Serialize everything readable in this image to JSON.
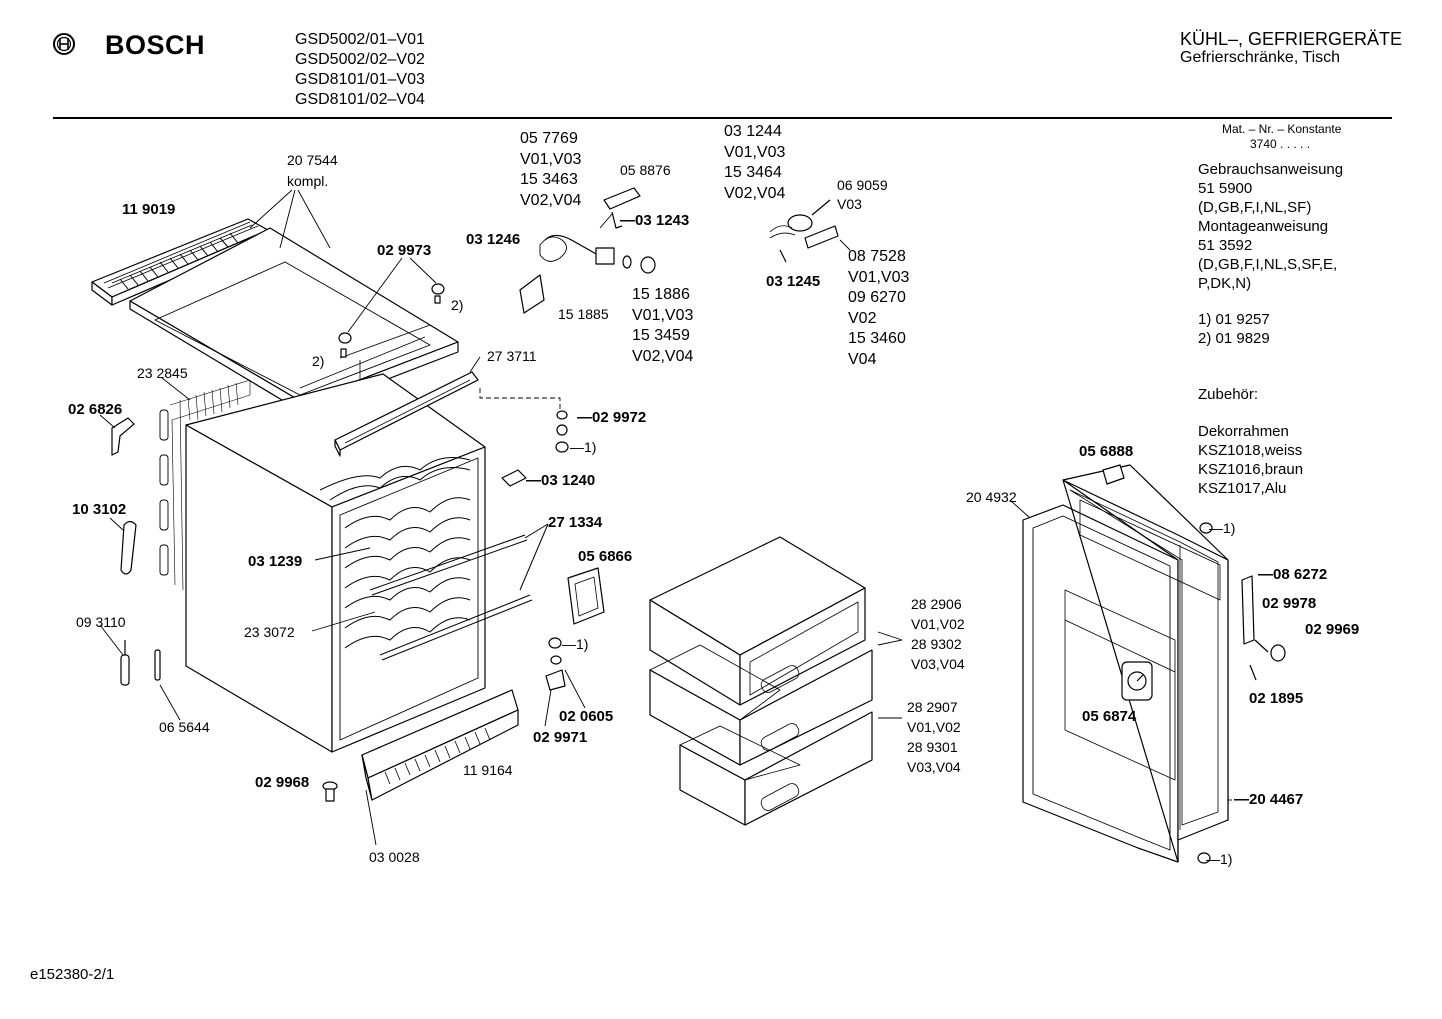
{
  "header": {
    "brand": "BOSCH",
    "models": [
      "GSD5002/01–V01",
      "GSD5002/02–V02",
      "GSD8101/01–V03",
      "GSD8101/02–V04"
    ],
    "category_title": "KÜHL–, GEFRIERGERÄTE",
    "category_subtitle": "Gefrierschränke, Tisch"
  },
  "side_panel": {
    "mat_label": "Mat. – Nr. – Konstante",
    "mat_value": "3740  .  .  .  .  .",
    "lines": [
      "Gebrauchsanweisung",
      "51 5900",
      "(D,GB,F,I,NL,SF)",
      "Montageanweisung",
      "51 3592",
      "(D,GB,F,I,NL,S,SF,E,",
      "P,DK,N)"
    ],
    "footnotes": [
      "1)  01 9257",
      "2)  01 9829"
    ],
    "accessories_title": "Zubehör:",
    "accessories": [
      "Dekorrahmen",
      "KSZ1018,weiss",
      "KSZ1016,braun",
      "KSZ1017,Alu"
    ]
  },
  "part_labels": [
    {
      "id": "p207544",
      "text": "20 7544",
      "bold": false
    },
    {
      "id": "kompl",
      "text": "kompl.",
      "bold": false
    },
    {
      "id": "p119019",
      "text": "11 9019",
      "bold": true
    },
    {
      "id": "p029973",
      "text": "02 9973",
      "bold": true
    },
    {
      "id": "fn2a",
      "text": "2)",
      "bold": false
    },
    {
      "id": "fn2b",
      "text": "2)",
      "bold": false
    },
    {
      "id": "p232845",
      "text": "23 2845",
      "bold": false
    },
    {
      "id": "p026826",
      "text": "02 6826",
      "bold": true
    },
    {
      "id": "p103102",
      "text": "10 3102",
      "bold": true
    },
    {
      "id": "p093110",
      "text": "09 3110",
      "bold": false
    },
    {
      "id": "p065644",
      "text": "06 5644",
      "bold": false
    },
    {
      "id": "p031239",
      "text": "03 1239",
      "bold": true
    },
    {
      "id": "p233072",
      "text": "23 3072",
      "bold": false
    },
    {
      "id": "p029968",
      "text": "02 9968",
      "bold": true
    },
    {
      "id": "p030028",
      "text": "03 0028",
      "bold": false
    },
    {
      "id": "p119164",
      "text": "11 9164",
      "bold": false
    },
    {
      "id": "p273711",
      "text": "27 3711",
      "bold": false
    },
    {
      "id": "p029972",
      "text": "—02 9972",
      "bold": true
    },
    {
      "id": "fn1a",
      "text": "—1)",
      "bold": false
    },
    {
      "id": "p031240",
      "text": "—03 1240",
      "bold": true
    },
    {
      "id": "p271334",
      "text": "27 1334",
      "bold": true
    },
    {
      "id": "p056866",
      "text": "05 6866",
      "bold": true
    },
    {
      "id": "fn1b",
      "text": "—1)",
      "bold": false
    },
    {
      "id": "p020605",
      "text": "02 0605",
      "bold": true
    },
    {
      "id": "p029971",
      "text": "02 9971",
      "bold": true
    },
    {
      "id": "p031246",
      "text": "03 1246",
      "bold": true
    },
    {
      "id": "p058876",
      "text": "05 8876",
      "bold": false
    },
    {
      "id": "p031243",
      "text": "—03 1243",
      "bold": true
    },
    {
      "id": "p151885",
      "text": "15 1885",
      "bold": false
    },
    {
      "id": "p031245",
      "text": "03 1245",
      "bold": true
    },
    {
      "id": "p069059",
      "text": "06 9059",
      "bold": false
    },
    {
      "id": "v03a",
      "text": "V03",
      "bold": false
    },
    {
      "id": "p056888",
      "text": "05 6888",
      "bold": true
    },
    {
      "id": "p204932",
      "text": "20 4932",
      "bold": false
    },
    {
      "id": "fn1c",
      "text": "—1)",
      "bold": false
    },
    {
      "id": "p086272",
      "text": "—08 6272",
      "bold": true
    },
    {
      "id": "p029978",
      "text": "02 9978",
      "bold": true
    },
    {
      "id": "p029969",
      "text": "02 9969",
      "bold": true
    },
    {
      "id": "p021895",
      "text": "02 1895",
      "bold": true
    },
    {
      "id": "p056874",
      "text": "05 6874",
      "bold": true
    },
    {
      "id": "p204467",
      "text": "—20 4467",
      "bold": true
    },
    {
      "id": "fn1d",
      "text": "—1)",
      "bold": false
    }
  ],
  "label_groups": [
    {
      "id": "g057769",
      "lines": [
        "05 7769",
        "V01,V03",
        "15 3463",
        "V02,V04"
      ]
    },
    {
      "id": "g031244",
      "lines": [
        "03 1244",
        "V01,V03",
        "15 3464",
        "V02,V04"
      ]
    },
    {
      "id": "g151886",
      "lines": [
        "15 1886",
        "V01,V03",
        "15 3459",
        "V02,V04"
      ]
    },
    {
      "id": "g087528",
      "lines": [
        "08 7528",
        "V01,V03",
        "09 6270",
        "V02",
        "15 3460",
        "V04"
      ]
    },
    {
      "id": "g282906",
      "lines": [
        "28 2906",
        "V01,V02",
        "28 9302",
        "V03,V04"
      ]
    },
    {
      "id": "g282907",
      "lines": [
        "28 2907",
        "V01,V02",
        "28 9301",
        "V03,V04"
      ]
    }
  ],
  "footer": {
    "code": "e152380-2/1"
  }
}
